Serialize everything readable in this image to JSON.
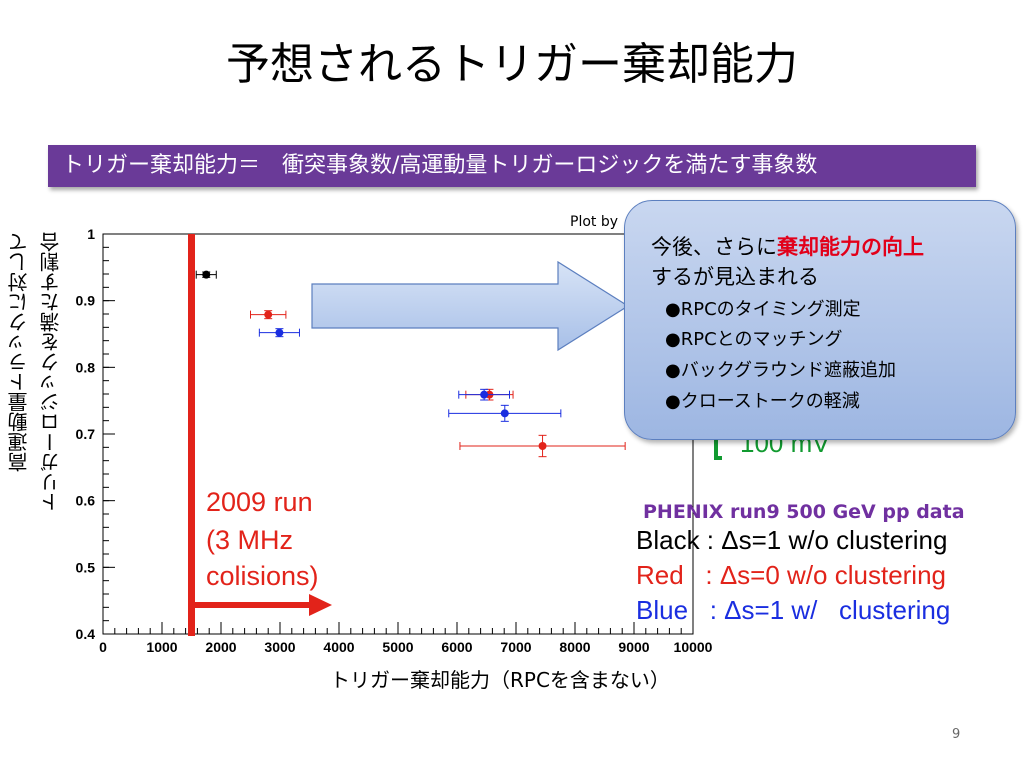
{
  "title": "予想されるトリガー棄却能力",
  "banner": "トリガー棄却能力＝　衝突事象数/高運動量トリガーロジックを満たす事象数",
  "plot_by": "Plot by",
  "callout": {
    "line1_prefix": "今後、さらに",
    "line1_highlight": "棄却能力の向上",
    "line2": "するが見込まれる",
    "bullets": [
      "●RPCのタイミング測定",
      "●RPCとのマッチング",
      "●バックグラウンド遮蔽追加",
      "●クローストークの軽減"
    ]
  },
  "run_annotation": {
    "line1": "2009 run",
    "line2": "(3 MHz",
    "line3": " colisions)"
  },
  "threshold_label": "100 mV",
  "dataset_label": "PHENIX run9 500 GeV pp data",
  "legend": [
    {
      "text": "Black : Δs=1 w/o clustering",
      "color": "#000000"
    },
    {
      "text": "Red   : Δs=0 w/o clustering",
      "color": "#e2231a"
    },
    {
      "text": "Blue   : Δs=1 w/   clustering",
      "color": "#1a2ee0"
    }
  ],
  "page_number": "9",
  "colors": {
    "black": "#000000",
    "red": "#e2231a",
    "blue": "#1a2ee0",
    "marker": "#e2231a",
    "banner": "#6a3a98"
  },
  "chart_data": {
    "type": "scatter",
    "xlabel": "トリガー棄却能力（RPCを含まない）",
    "ylabel_lines": [
      "高運動量トラックに対して",
      "トリガーロジックを満たす割合"
    ],
    "xlim": [
      0,
      10000
    ],
    "ylim": [
      0.4,
      1.0
    ],
    "x_ticks": [
      0,
      1000,
      2000,
      3000,
      4000,
      5000,
      6000,
      7000,
      8000,
      9000,
      10000
    ],
    "y_ticks": [
      0.4,
      0.5,
      0.6,
      0.7,
      0.8,
      0.9,
      1
    ],
    "tick_labels_x": [
      "0",
      "1000",
      "2000",
      "3000",
      "4000",
      "5000",
      "6000",
      "7000",
      "8000",
      "9000",
      "10000"
    ],
    "tick_labels_y": [
      "0.4",
      "0.5",
      "0.6",
      "0.7",
      "0.8",
      "0.9",
      "1"
    ],
    "vertical_marker_x": 1500,
    "series": [
      {
        "name": "Black",
        "color": "#000000",
        "points": [
          {
            "x": 1750,
            "y": 0.939,
            "xerr": 170,
            "yerr": 0.004
          }
        ]
      },
      {
        "name": "Red",
        "color": "#e2231a",
        "points": [
          {
            "x": 2800,
            "y": 0.879,
            "xerr": 300,
            "yerr": 0.006
          },
          {
            "x": 6550,
            "y": 0.759,
            "xerr": 400,
            "yerr": 0.008
          },
          {
            "x": 7450,
            "y": 0.682,
            "xerr": 1400,
            "yerr": 0.016
          }
        ]
      },
      {
        "name": "Blue",
        "color": "#1a2ee0",
        "points": [
          {
            "x": 2990,
            "y": 0.852,
            "xerr": 340,
            "yerr": 0.006
          },
          {
            "x": 6460,
            "y": 0.759,
            "xerr": 430,
            "yerr": 0.008
          },
          {
            "x": 6810,
            "y": 0.731,
            "xerr": 950,
            "yerr": 0.012
          }
        ]
      }
    ]
  }
}
